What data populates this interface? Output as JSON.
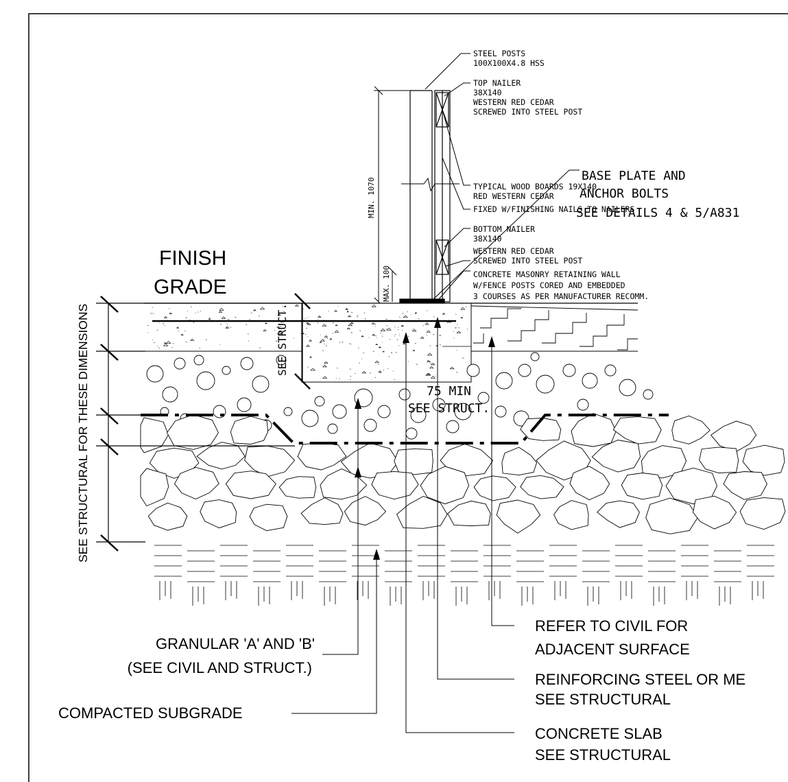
{
  "header_labels": {
    "steel_posts": [
      "STEEL POSTS",
      "100X100X4.8 HSS"
    ],
    "top_nailer": [
      "TOP NAILER",
      "38X140",
      "WESTERN RED CEDAR",
      "SCREWED INTO STEEL POST"
    ],
    "wood_boards": [
      "TYPICAL WOOD BOARDS 19X140",
      "RED WESTERN CEDAR",
      "FIXED W/FINISHING NAILS TO NAILERS"
    ],
    "base_plate": [
      "BASE PLATE AND",
      "ANCHOR BOLTS",
      "SEE DETAILS 4 & 5/A831"
    ],
    "bottom_nailer": [
      "BOTTOM NAILER",
      "38X140",
      "WESTERN RED CEDAR",
      "SCREWED INTO STEEL POST"
    ],
    "masonry_wall": [
      "CONCRETE MASONRY RETAINING WALL",
      "W/FENCE POSTS CORED AND EMBEDDED",
      "3 COURSES AS PER MANUFACTURER RECOMM."
    ]
  },
  "dimensions": {
    "min_height": "MIN. 1070",
    "max_gap": "MAX. 100",
    "see_struct": "SEE STRUCT.",
    "min_75": "75 MIN",
    "see_struct_2": "SEE STRUCT."
  },
  "finish_grade": [
    "FINISH",
    "GRADE"
  ],
  "side_note": "SEE STRUCTURAL FOR THESE DIMENSIONS",
  "bottom_labels": {
    "granular": [
      "GRANULAR 'A' AND 'B'",
      "(SEE CIVIL AND STRUCT.)"
    ],
    "subgrade": "COMPACTED SUBGRADE",
    "civil": [
      "REFER TO CIVIL FOR",
      "ADJACENT SURFACE"
    ],
    "reinforcing": [
      "REINFORCING STEEL OR ME",
      "SEE STRUCTURAL"
    ],
    "slab": [
      "CONCRETE SLAB",
      "SEE STRUCTURAL"
    ]
  }
}
